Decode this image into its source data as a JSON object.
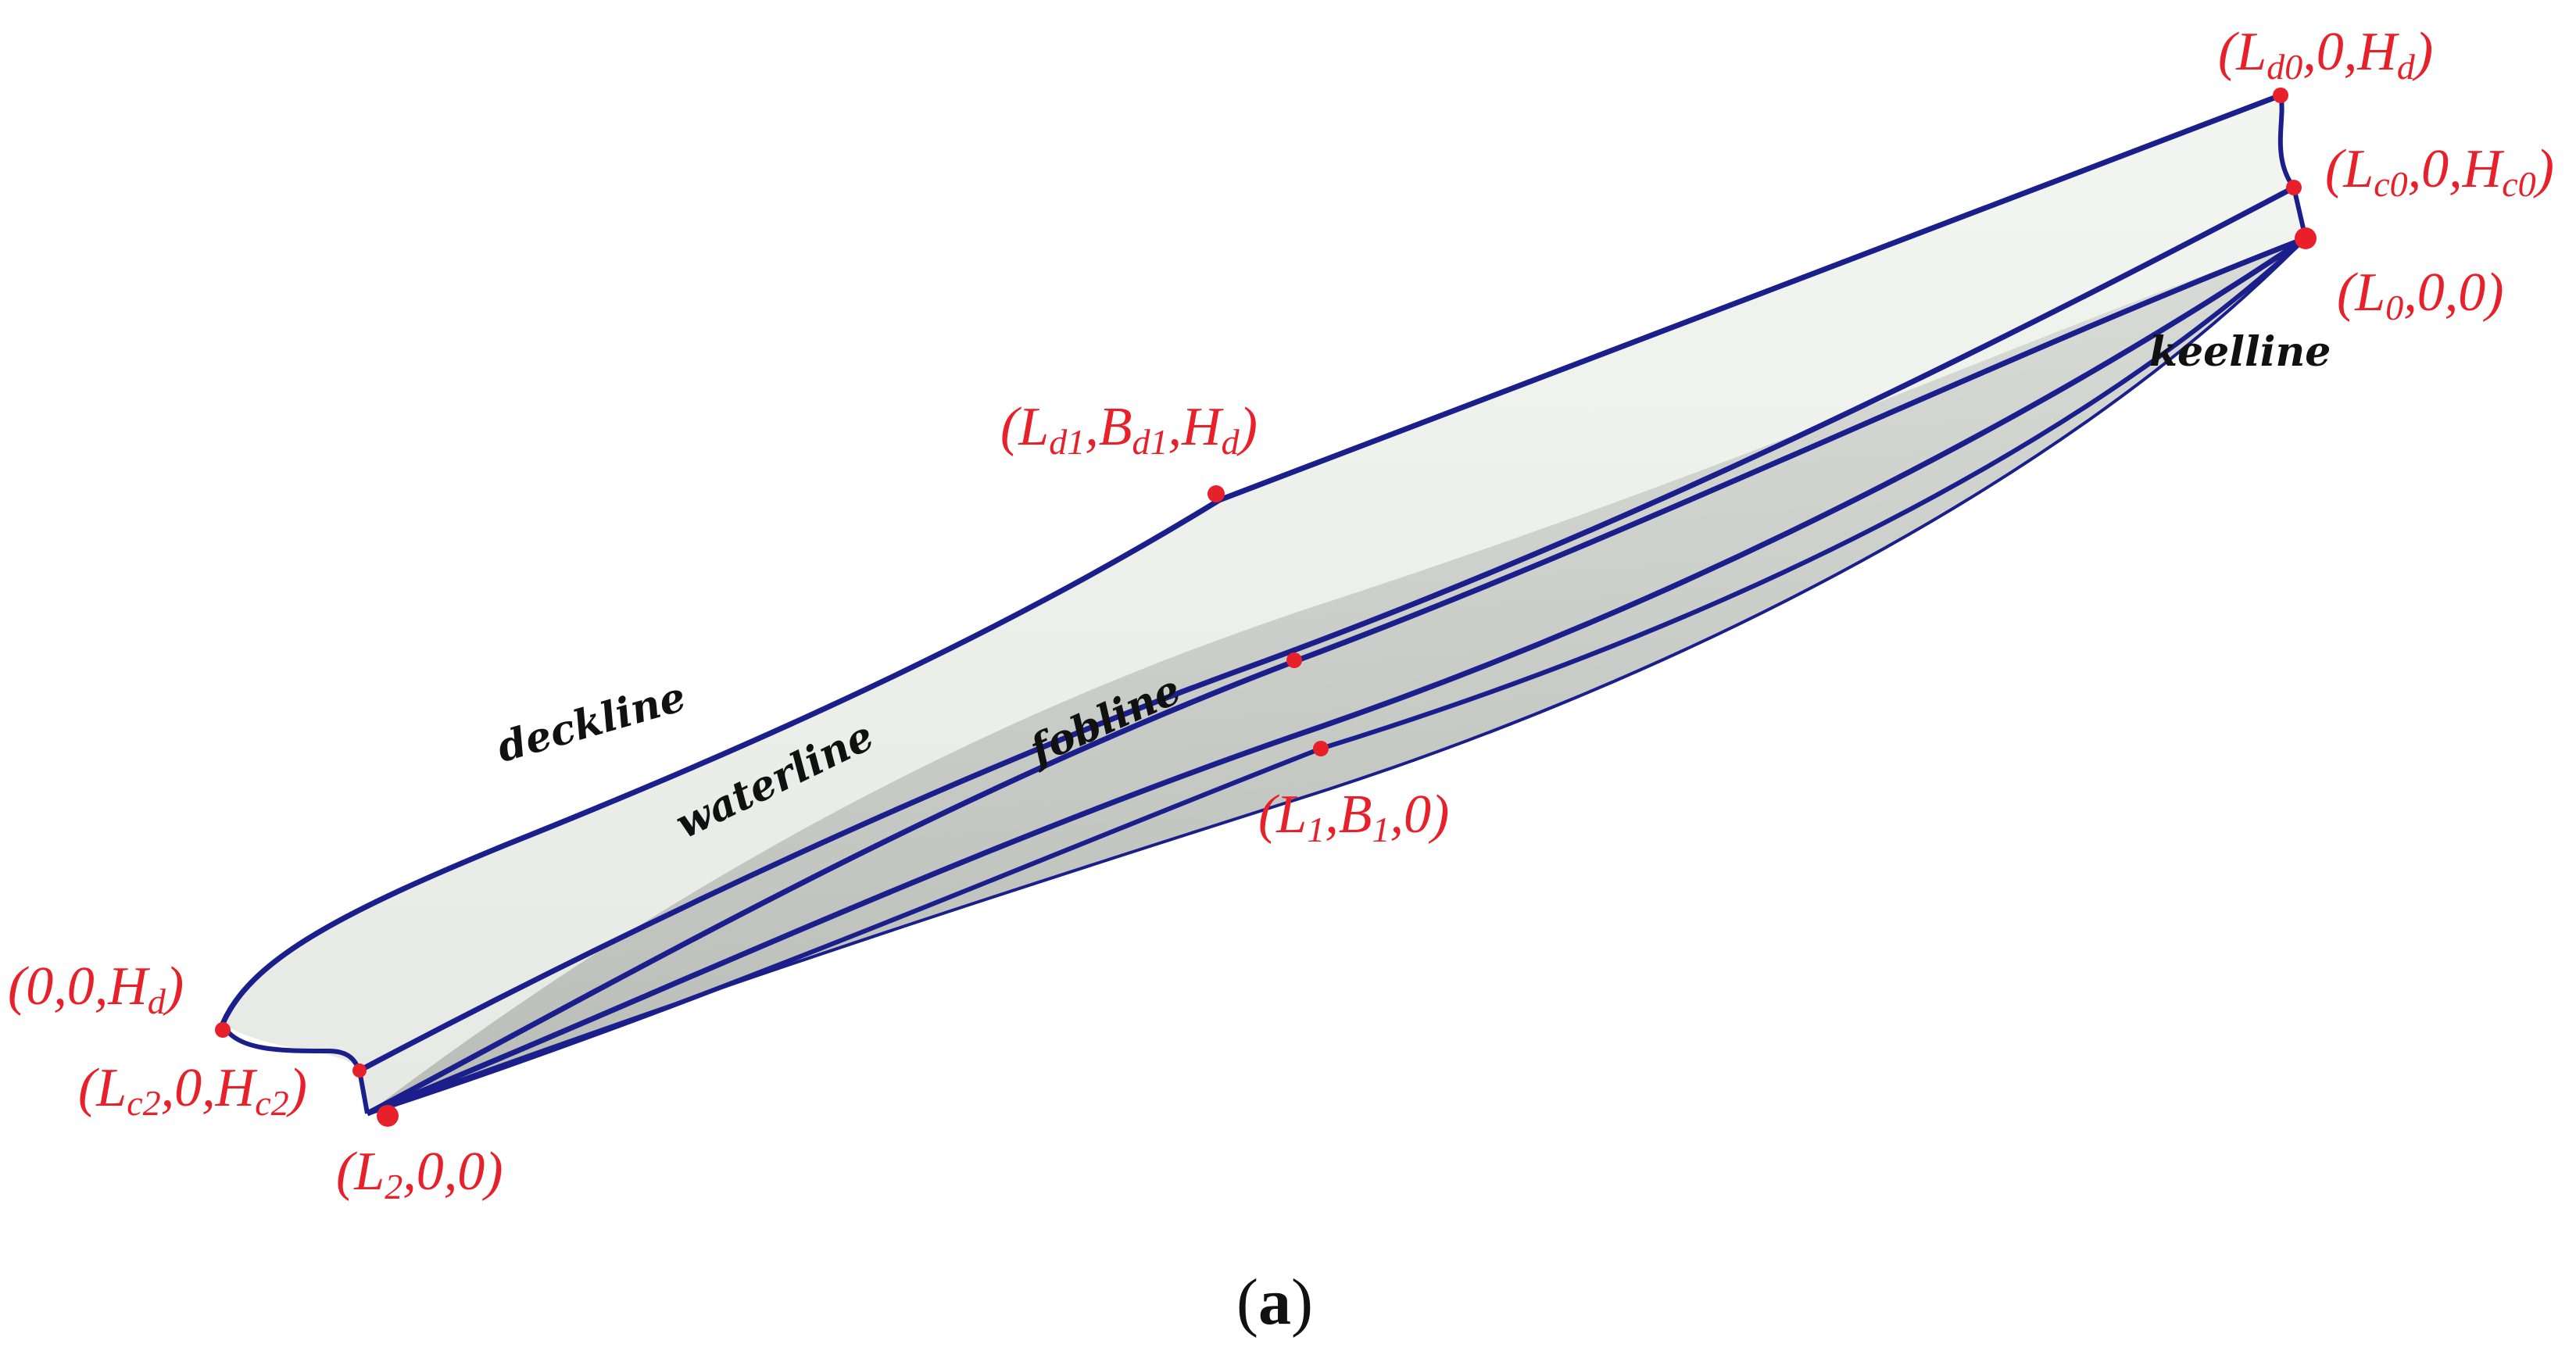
{
  "figure": {
    "caption_open": "(",
    "caption_letter": "a",
    "caption_close": ")",
    "colors": {
      "hull_fill": "#eef0ec",
      "hull_shadow": "#c9ccc7",
      "curve_stroke": "#1a1f8c",
      "point_marker": "#e8202a",
      "label_text": "#e8202a",
      "curve_name_text": "#111111"
    }
  },
  "curve_names": {
    "deckline": "deckline",
    "waterline": "waterline",
    "fobline": "fobline",
    "keelline": "keelline"
  },
  "point_labels": {
    "Ld0_0_Hd": {
      "a": "(L",
      "a_sub": "d0",
      "b": ",0,H",
      "b_sub": "d",
      "c": ")"
    },
    "Lc0_0_Hc0": {
      "a": "(L",
      "a_sub": "c0",
      "b": ",0,H",
      "b_sub": "c0",
      "c": ")"
    },
    "L0_0_0": {
      "a": "(L",
      "a_sub": "0",
      "b": ",0,0)"
    },
    "Ld1_Bd1_Hd": {
      "a": "(L",
      "a_sub": "d1",
      "b": ",B",
      "b_sub": "d1",
      "c": ",H",
      "c_sub": "d",
      "d": ")"
    },
    "L1_B1_0": {
      "a": "(L",
      "a_sub": "1",
      "b": ",B",
      "b_sub": "1",
      "c": ",0)"
    },
    "zero_0_Hd": {
      "a": "(0,0,H",
      "a_sub": "d",
      "b": ")"
    },
    "Lc2_0_Hc2": {
      "a": "(L",
      "a_sub": "c2",
      "b": ",0,H",
      "b_sub": "c2",
      "c": ")"
    },
    "L2_0_0": {
      "a": "(L",
      "a_sub": "2",
      "b": ",0,0)"
    }
  }
}
